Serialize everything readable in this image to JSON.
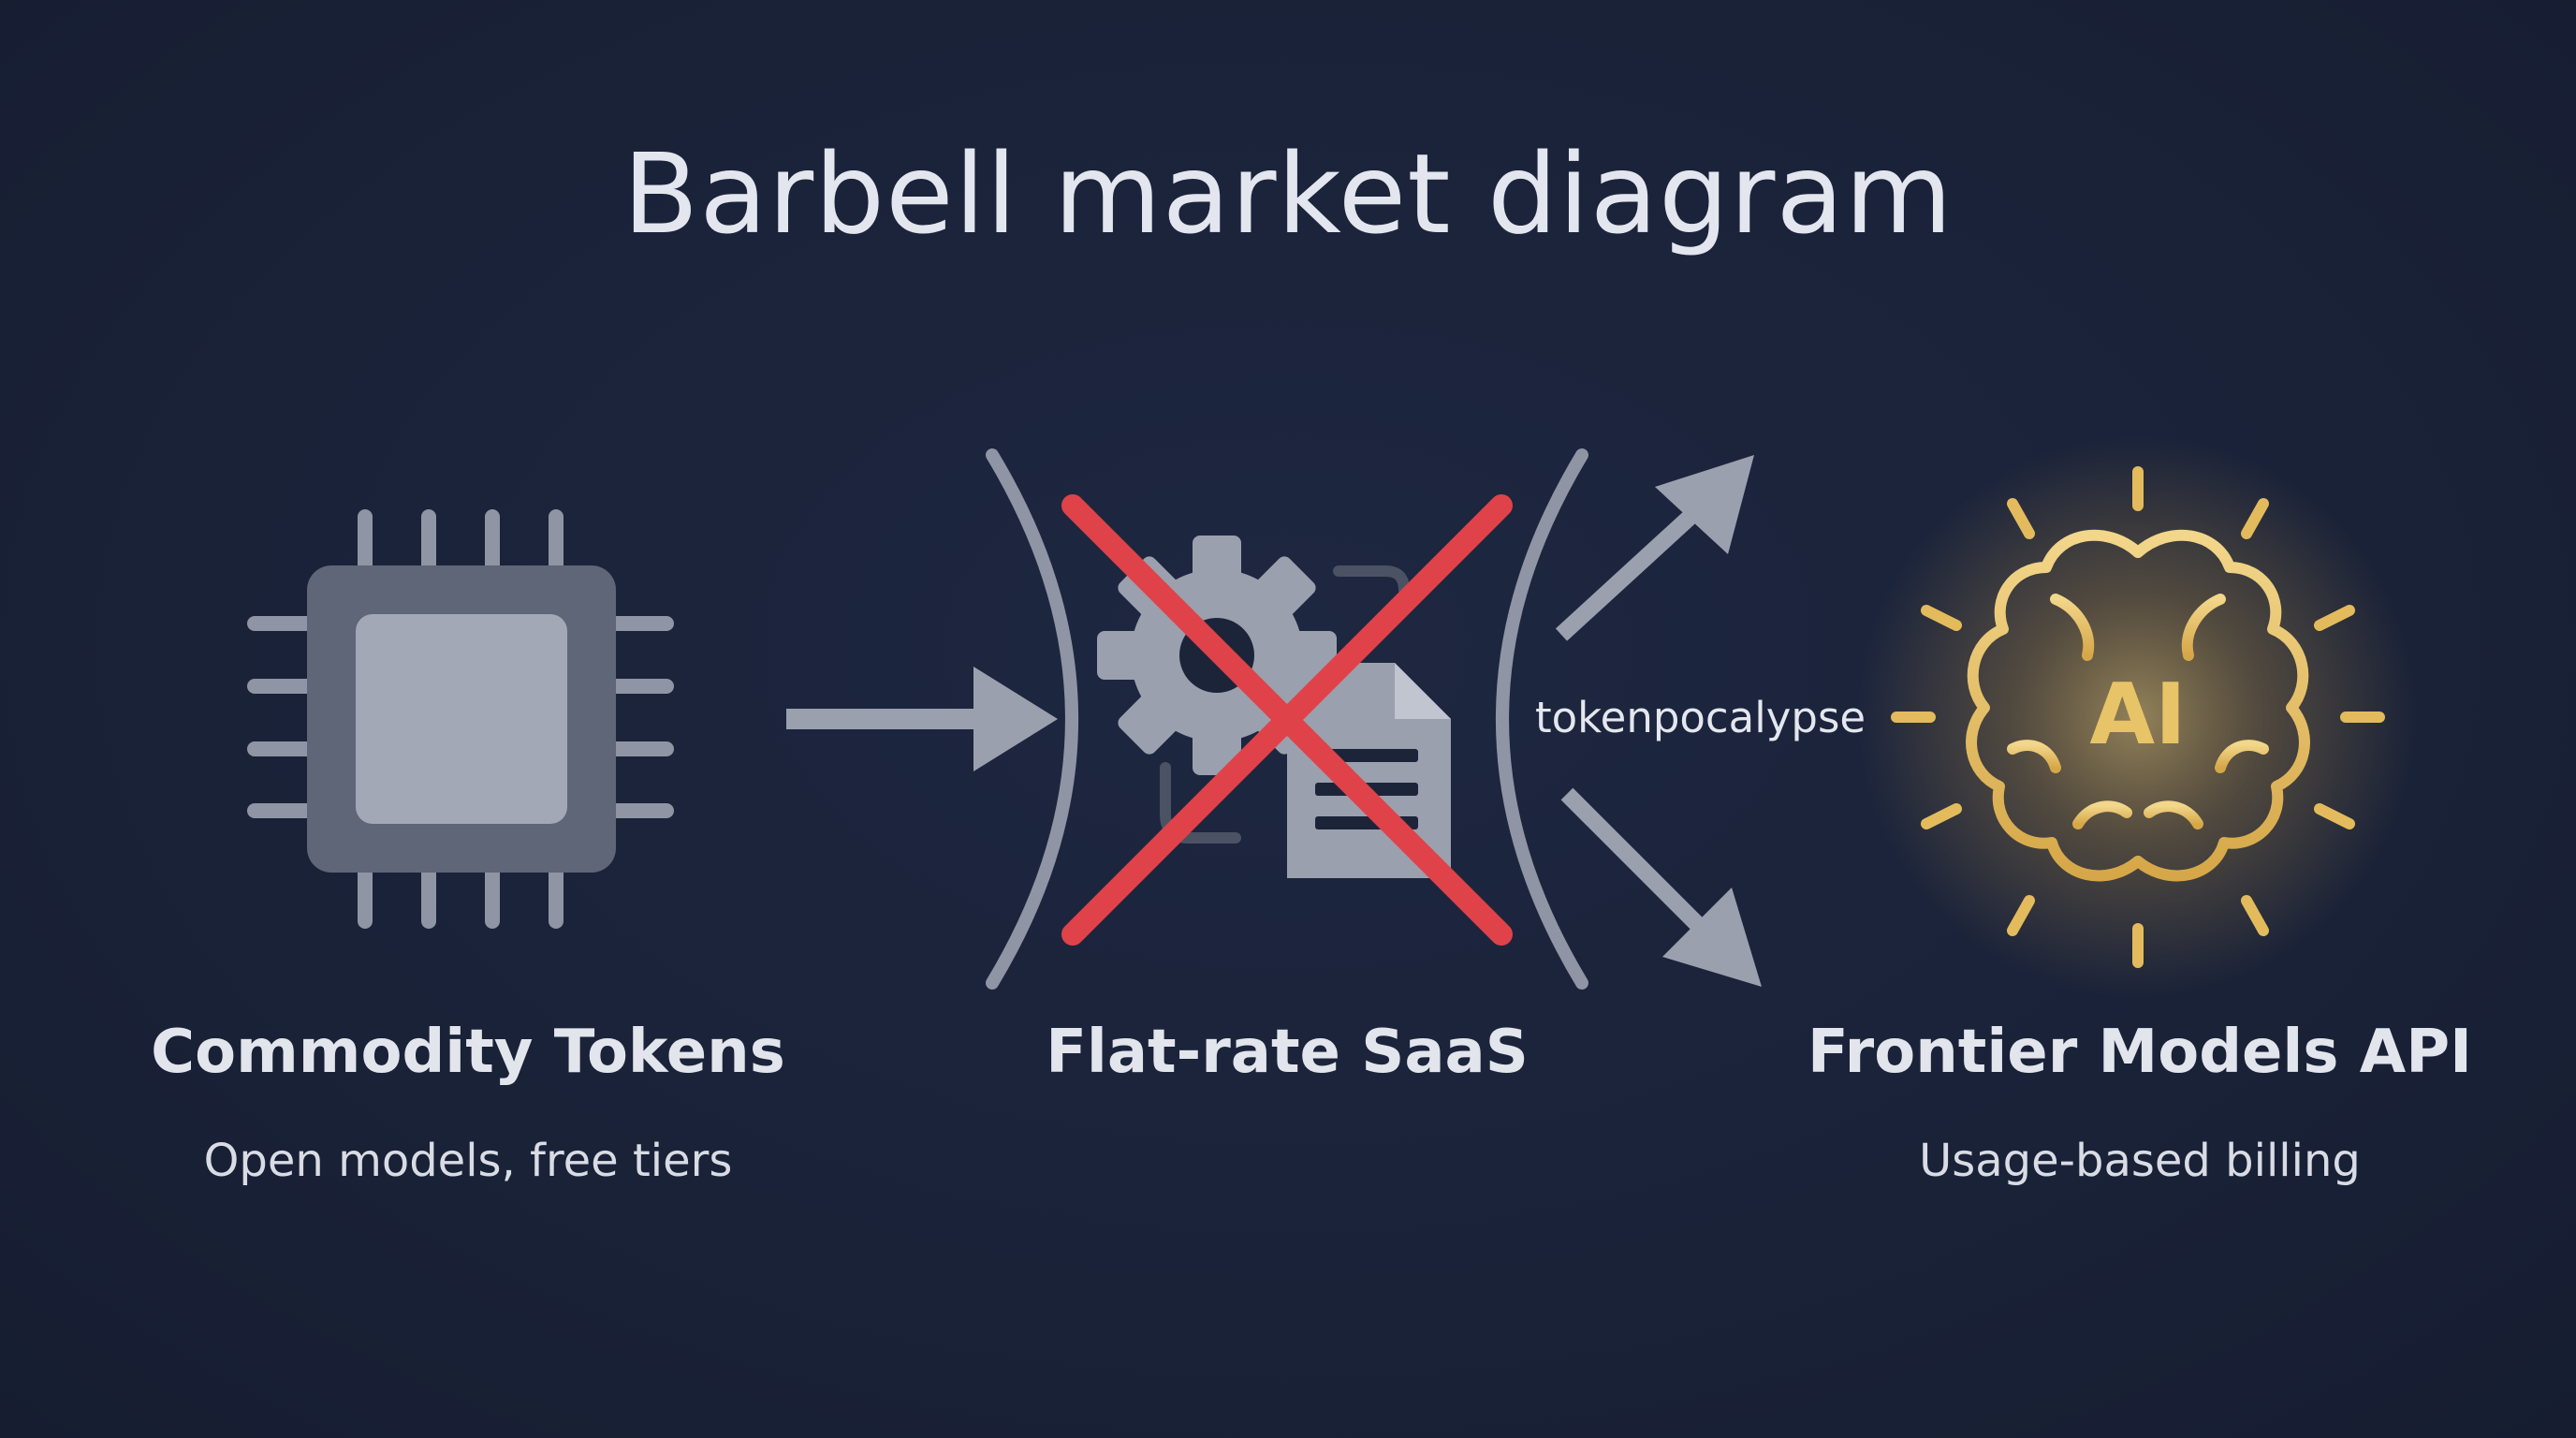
{
  "title": "Barbell market diagram",
  "nodes": {
    "commodity": {
      "title": "Commodity Tokens",
      "subtitle": "Open models, free tiers",
      "icon": "cpu-chip-icon"
    },
    "saas": {
      "title": "Flat-rate SaaS",
      "icon": "gear-document-icon",
      "crossed_out": true
    },
    "frontier": {
      "title": "Frontier Models API",
      "subtitle": "Usage-based billing",
      "icon": "ai-brain-icon",
      "badge": "AI"
    }
  },
  "connector_label": "tokenpocalypse",
  "colors": {
    "background": "#1b233a",
    "neutral_icon": "#9aa0ae",
    "chip_body": "#5f6678",
    "chip_core": "#a3a8b6",
    "cross": "#e0424a",
    "gold": "#e3bb5c",
    "text": "#e3e6ee"
  }
}
